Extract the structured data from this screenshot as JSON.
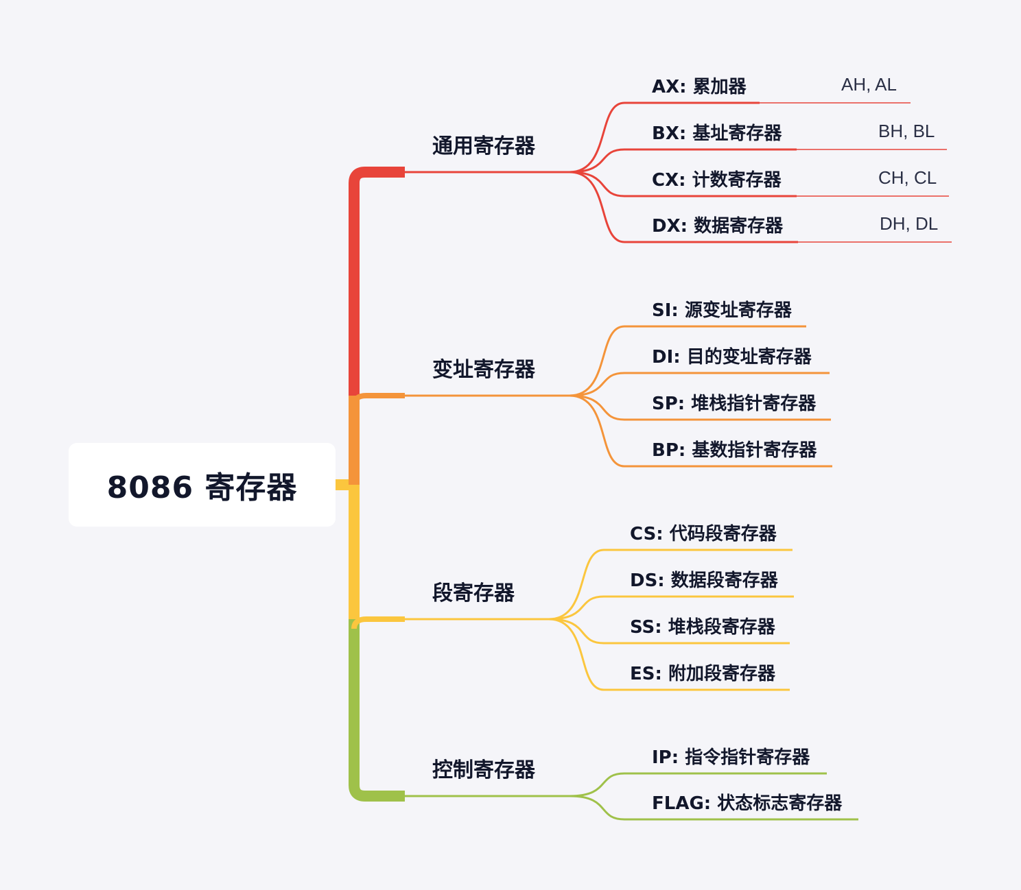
{
  "root": {
    "title": "8086 寄存器"
  },
  "branches": [
    {
      "label": "通用寄存器",
      "color": "#e8443a",
      "leaves": [
        {
          "key": "AX:",
          "desc": "累加器",
          "sub": "AH, AL"
        },
        {
          "key": "BX:",
          "desc": "基址寄存器",
          "sub": "BH, BL"
        },
        {
          "key": "CX:",
          "desc": "计数寄存器",
          "sub": "CH, CL"
        },
        {
          "key": "DX:",
          "desc": "数据寄存器",
          "sub": "DH, DL"
        }
      ]
    },
    {
      "label": "变址寄存器",
      "color": "#f4943a",
      "leaves": [
        {
          "key": "SI:",
          "desc": "源变址寄存器"
        },
        {
          "key": "DI:",
          "desc": "目的变址寄存器"
        },
        {
          "key": "SP:",
          "desc": "堆栈指针寄存器"
        },
        {
          "key": "BP:",
          "desc": "基数指针寄存器"
        }
      ]
    },
    {
      "label": "段寄存器",
      "color": "#fbc63e",
      "leaves": [
        {
          "key": "CS:",
          "desc": "代码段寄存器"
        },
        {
          "key": "DS:",
          "desc": "数据段寄存器"
        },
        {
          "key": "SS:",
          "desc": "堆栈段寄存器"
        },
        {
          "key": "ES:",
          "desc": "附加段寄存器"
        }
      ]
    },
    {
      "label": "控制寄存器",
      "color": "#9fc14a",
      "leaves": [
        {
          "key": "IP:",
          "desc": "指令指针寄存器"
        },
        {
          "key": "FLAG:",
          "desc": "状态标志寄存器"
        }
      ]
    }
  ]
}
